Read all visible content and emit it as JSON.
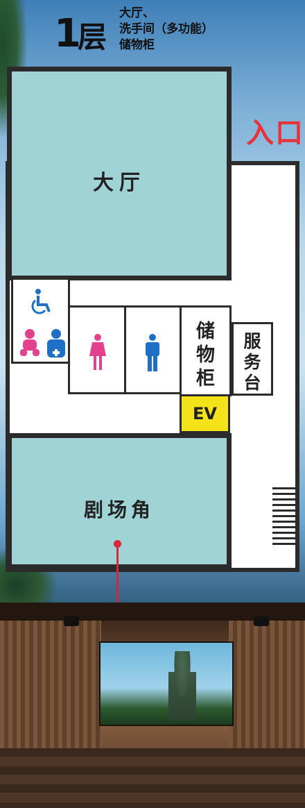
{
  "header": {
    "floor_number": "1",
    "floor_unit": "层",
    "lines": [
      "大厅、",
      "洗手间（多功能）",
      "储物柜"
    ]
  },
  "entrance_label": "入口",
  "rooms": {
    "hall": "大厅",
    "lockers": "储物柜",
    "service": "服务台",
    "elevator": "EV",
    "theater": "剧场角"
  },
  "icons": [
    "wheelchair-icon",
    "baby-care-icon",
    "nurse-icon",
    "female-toilet-icon",
    "male-toilet-icon",
    "stairs-icon"
  ],
  "colors": {
    "room_fill": "#9fd3d6",
    "wall": "#2b2b2b",
    "entrance": "#e8333b",
    "elevator": "#f4e21a",
    "pink": "#e2418e",
    "blue": "#1f6fc4"
  }
}
